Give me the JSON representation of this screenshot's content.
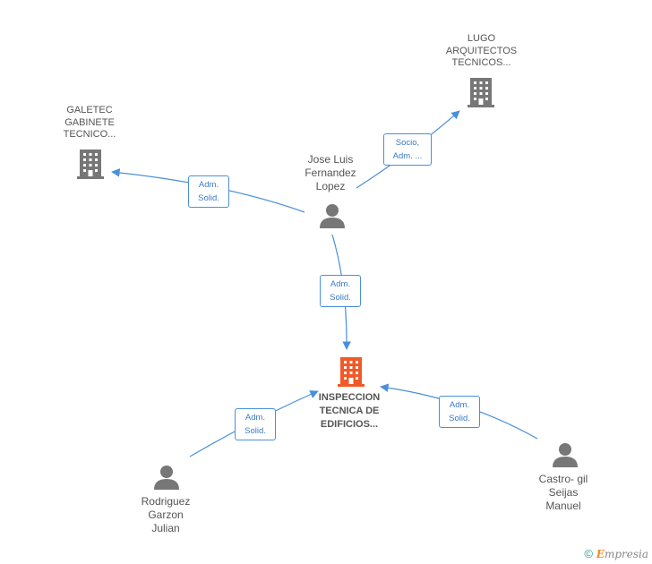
{
  "nodes": {
    "main_company": {
      "label": "INSPECCION\nTECNICA DE\nEDIFICIOS...",
      "icon": "building-icon",
      "color": "#f05a28"
    },
    "galetec": {
      "label": "GALETEC\nGABINETE\nTECNICO...",
      "icon": "building-icon",
      "color": "#777777"
    },
    "lugo": {
      "label": "LUGO\nARQUITECTOS\nTECNICOS...",
      "icon": "building-icon",
      "color": "#777777"
    },
    "jose_luis": {
      "label": "Jose Luis\nFernandez\nLopez",
      "icon": "person-icon",
      "color": "#777777"
    },
    "rodriguez": {
      "label": "Rodriguez\nGarzon\nJulian",
      "icon": "person-icon",
      "color": "#777777"
    },
    "castro": {
      "label": "Castro- gil\nSeijas\nManuel",
      "icon": "person-icon",
      "color": "#777777"
    }
  },
  "edges": {
    "jose_to_galetec": "Adm.\nSolid.",
    "jose_to_lugo": "Socio,\nAdm. ...",
    "jose_to_main": "Adm.\nSolid.",
    "rodriguez_to_main": "Adm.\nSolid.",
    "castro_to_main": "Adm.\nSolid."
  },
  "colors": {
    "edge": "#4a90d9",
    "edge_label_text": "#3a7bc8"
  },
  "footer": {
    "copyright": "©",
    "brand_first": "E",
    "brand_rest": "mpresia"
  }
}
